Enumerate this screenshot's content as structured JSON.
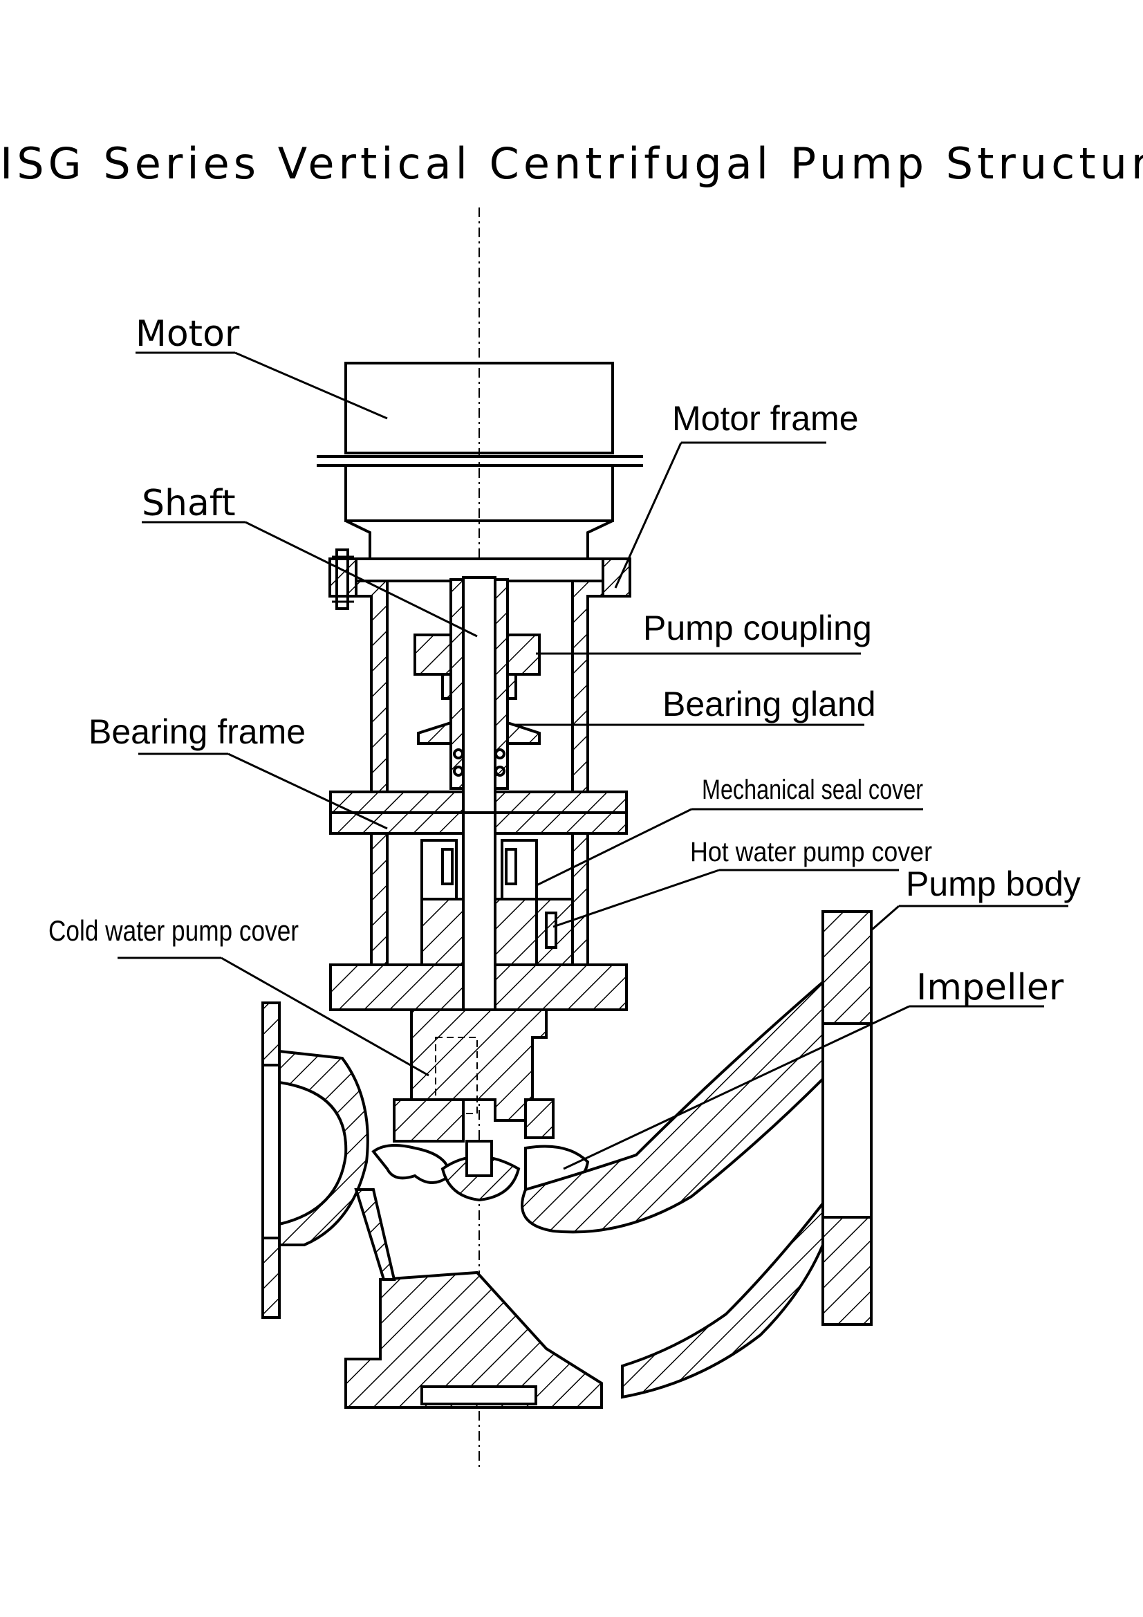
{
  "title": "ISG Series Vertical Centrifugal Pump Structure",
  "labels": {
    "motor": "Motor",
    "motor_frame": "Motor frame",
    "shaft": "Shaft",
    "pump_coupling": "Pump coupling",
    "bearing_gland": "Bearing gland",
    "bearing_frame": "Bearing frame",
    "mechanical_seal_cover": "Mechanical seal cover",
    "hot_water_pump_cover": "Hot water pump cover",
    "pump_body": "Pump body",
    "cold_water_pump_cover": "Cold water pump cover",
    "impeller": "Impeller"
  }
}
